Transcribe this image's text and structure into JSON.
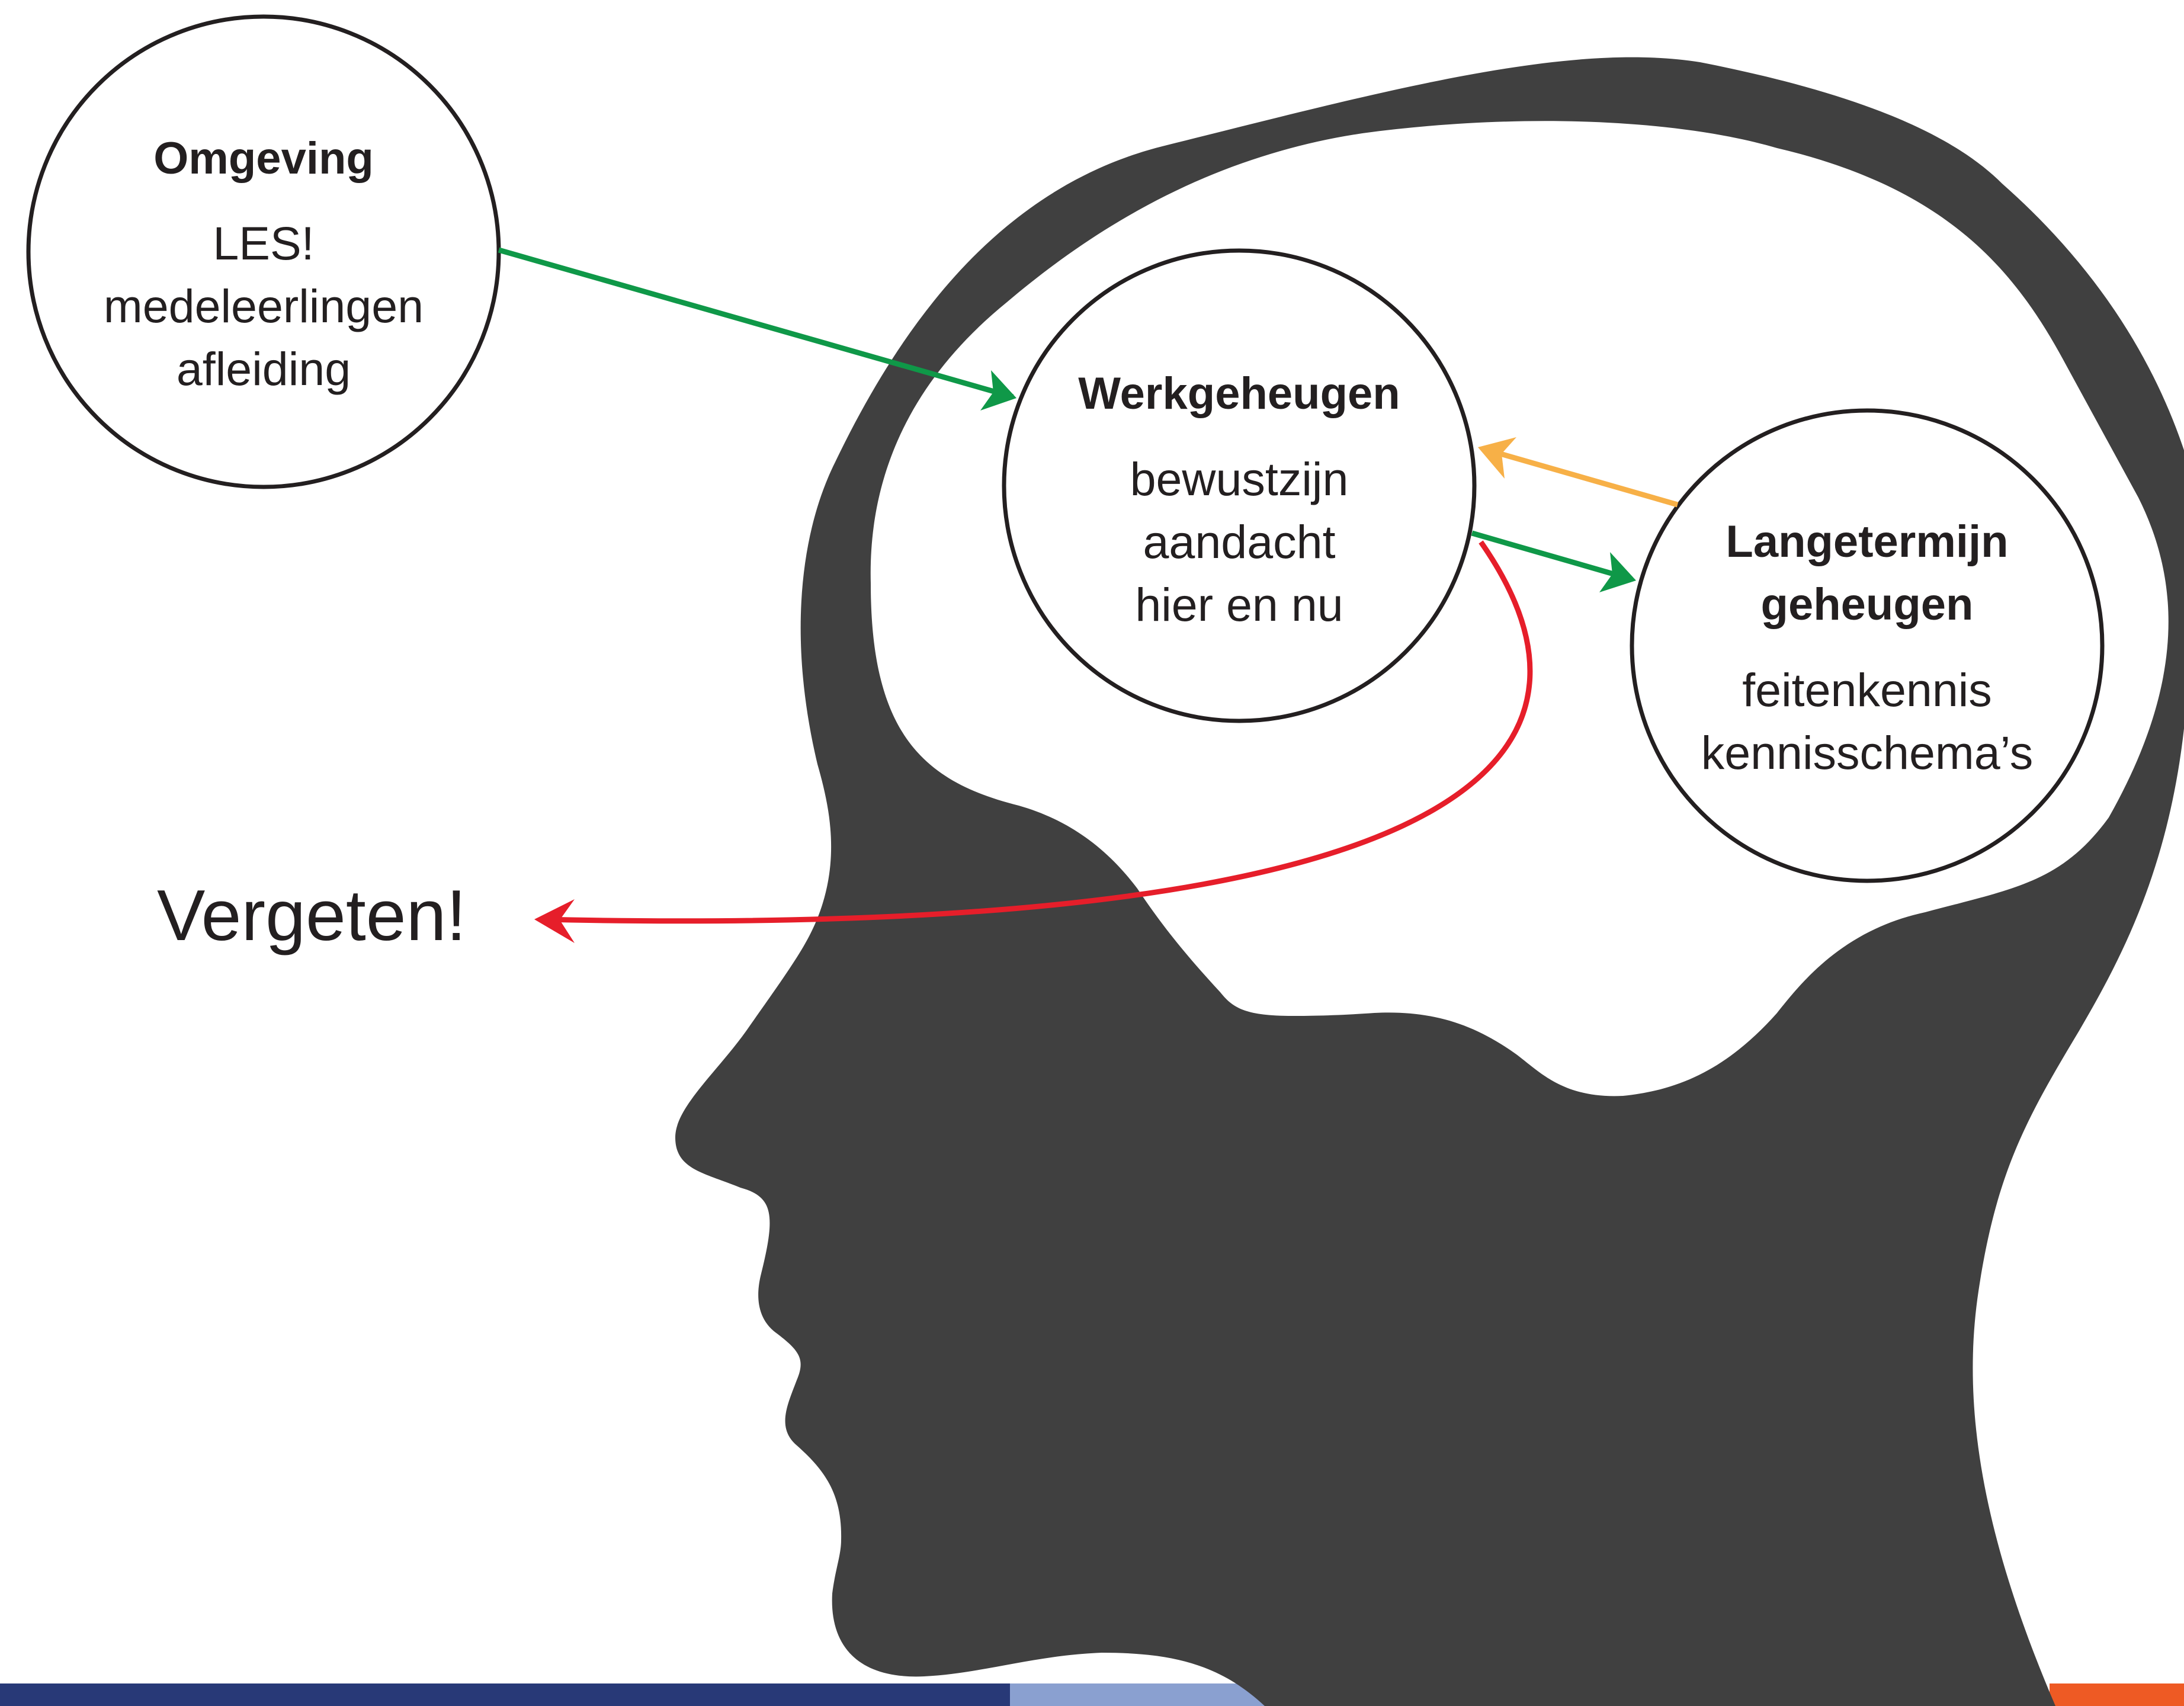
{
  "nodes": {
    "environment": {
      "title": "Omgeving",
      "lines": [
        "LES!",
        "medeleerlingen",
        "afleiding"
      ]
    },
    "working_memory": {
      "title": "Werkgeheugen",
      "lines": [
        "bewustzijn",
        "aandacht",
        "hier en nu"
      ]
    },
    "long_term_memory": {
      "title_lines": [
        "Langetermijn",
        "geheugen"
      ],
      "lines": [
        "feitenkennis",
        "kennisschema’s"
      ]
    }
  },
  "forget_label": "Vergeten!",
  "edges": [
    {
      "from": "environment",
      "to": "working_memory",
      "color": "#0f9848"
    },
    {
      "from": "working_memory",
      "to": "long_term_memory",
      "color": "#0f9848"
    },
    {
      "from": "long_term_memory",
      "to": "working_memory",
      "color": "#f7b047"
    },
    {
      "from": "working_memory",
      "to": "forget",
      "color": "#e61e2a"
    }
  ],
  "colors": {
    "head": "#404040",
    "circle_stroke": "#231f20",
    "footer_left": "#283977",
    "footer_mid": "#8aa0d0",
    "footer_right": "#ee5a24"
  }
}
